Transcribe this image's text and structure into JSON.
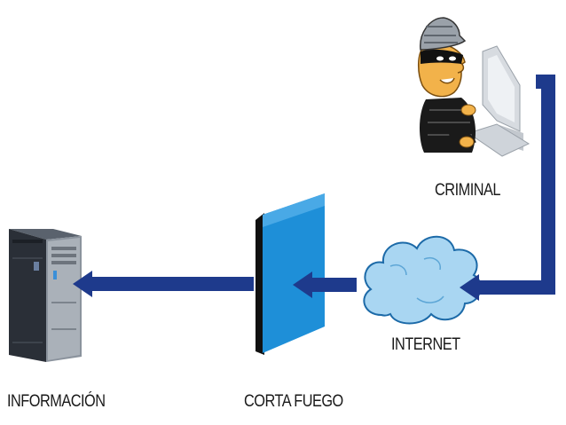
{
  "labels": {
    "criminal": "CRIMINAL",
    "internet": "INTERNET",
    "informacion": "INFORMACIÓN",
    "corta_fuego": "CORTA FUEGO"
  },
  "colors": {
    "arrow": "#1e3a8c",
    "firewall_face": "#1e8fd8",
    "firewall_edge": "#111111",
    "cloud_fill": "#a9d6f2",
    "cloud_stroke": "#1c6aa8",
    "server_body": "#2a2f37"
  },
  "icons": {
    "server": "server-tower-icon",
    "firewall": "firewall-wall-icon",
    "cloud": "cloud-icon",
    "hacker": "masked-hacker-icon",
    "computer": "desktop-computer-icon"
  }
}
